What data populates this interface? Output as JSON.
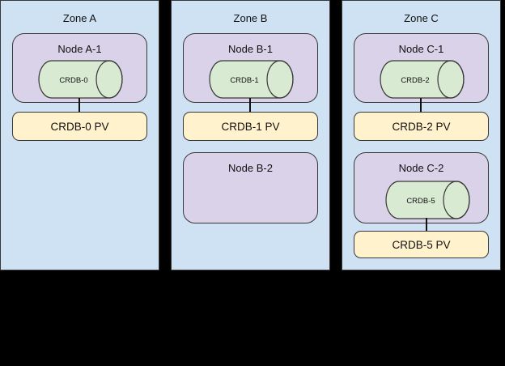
{
  "diagram_title": "",
  "colors": {
    "background": "#000000",
    "zone_fill": "#cfe2f3",
    "node_fill": "#d9d2e9",
    "cylinder_fill": "#d9ead3",
    "pv_fill": "#fff2cc",
    "shape_border": "#383838",
    "text": "#111111",
    "connector": "#111111"
  },
  "zones": [
    {
      "label": "Zone A",
      "nodes": [
        {
          "label": "Node A-1",
          "cylinder_label": "CRDB-0",
          "pv_label": "CRDB-0 PV"
        }
      ]
    },
    {
      "label": "Zone B",
      "nodes": [
        {
          "label": "Node B-1",
          "cylinder_label": "CRDB-1",
          "pv_label": "CRDB-1 PV"
        },
        {
          "label": "Node B-2"
        }
      ]
    },
    {
      "label": "Zone C",
      "nodes": [
        {
          "label": "Node C-1",
          "cylinder_label": "CRDB-2",
          "pv_label": "CRDB-2 PV"
        },
        {
          "label": "Node C-2",
          "cylinder_label": "CRDB-5",
          "pv_label": "CRDB-5 PV"
        }
      ]
    }
  ]
}
